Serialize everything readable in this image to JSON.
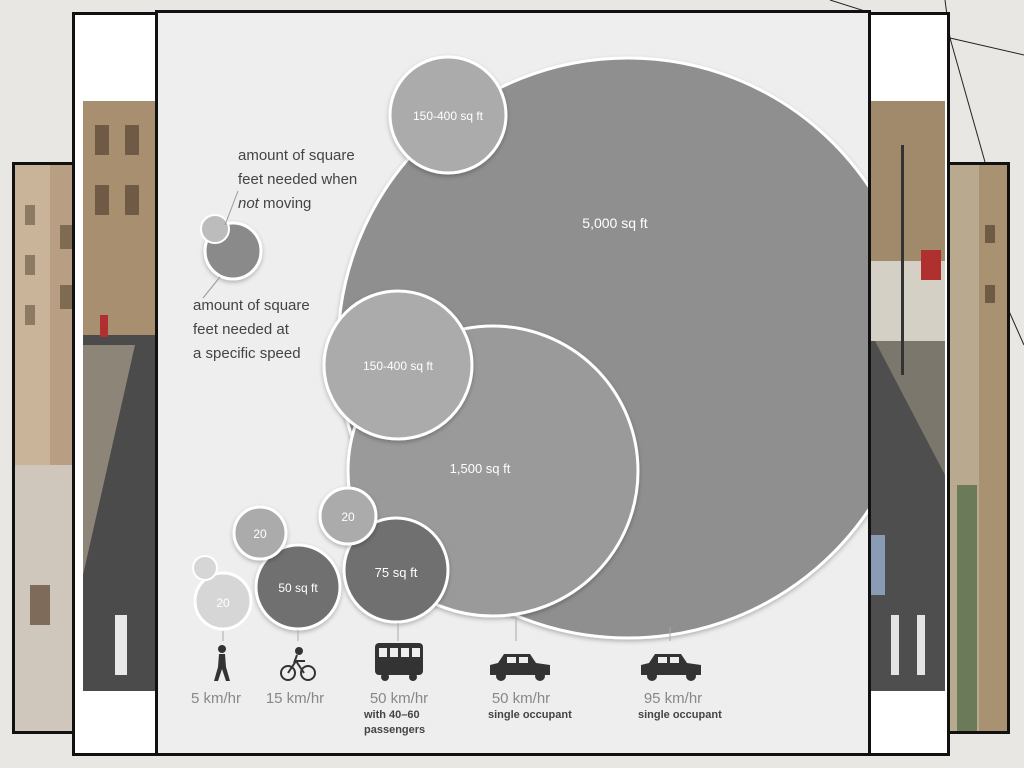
{
  "legend": {
    "static_line1": "amount of square",
    "static_line2": "feet needed when",
    "static_line3_italic": "not",
    "static_line3_rest": " moving",
    "moving_line1": "amount of square",
    "moving_line2": "feet needed at",
    "moving_line3": "a specific speed"
  },
  "chart_data": {
    "type": "bubble",
    "series": [
      {
        "label": "5 km/hr",
        "moving_label": "20",
        "moving_value": 20,
        "static_value": 5,
        "icon": "pedestrian-icon"
      },
      {
        "label": "15 km/hr",
        "moving_label": "50 sq ft",
        "moving_value": 50,
        "static_label": "20",
        "static_value": 20,
        "icon": "cyclist-icon"
      },
      {
        "label": "50 km/hr",
        "sublabel": [
          "with 40–60",
          "passengers"
        ],
        "moving_label": "75 sq ft",
        "moving_value": 75,
        "static_label": "20",
        "static_value": 20,
        "icon": "bus-icon"
      },
      {
        "label": "50 km/hr",
        "sublabel": [
          "single occupant"
        ],
        "moving_label": "1,500 sq ft",
        "moving_value": 1500,
        "static_label": "150-400 sq ft",
        "static_value": "150-400",
        "icon": "car-icon"
      },
      {
        "label": "95 km/hr",
        "sublabel": [
          "single occupant"
        ],
        "moving_label": "5,000 sq ft",
        "moving_value": 5000,
        "static_label": "150-400 sq ft",
        "static_value": "150-400",
        "icon": "car-icon"
      }
    ]
  },
  "colors": {
    "panel_bg": "#eeeeee",
    "big_bubble": "#8f8f8f",
    "mid_bubble": "#9a9a9a",
    "small_dark_bubble": "#6f6f6f",
    "static_bubble": "#ababab",
    "text_dark": "#444444",
    "label_gray": "#888888"
  }
}
